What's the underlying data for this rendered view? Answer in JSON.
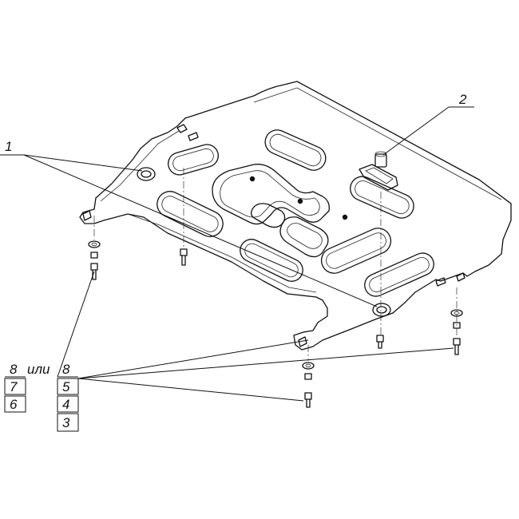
{
  "callouts": {
    "part_1": "1",
    "part_2": "2"
  },
  "fastener_table": {
    "left_column": [
      "8",
      "7",
      "6"
    ],
    "or_word": "или",
    "right_column": [
      "8",
      "5",
      "4",
      "3"
    ]
  },
  "colors": {
    "line": "#111111",
    "background": "#ffffff"
  }
}
